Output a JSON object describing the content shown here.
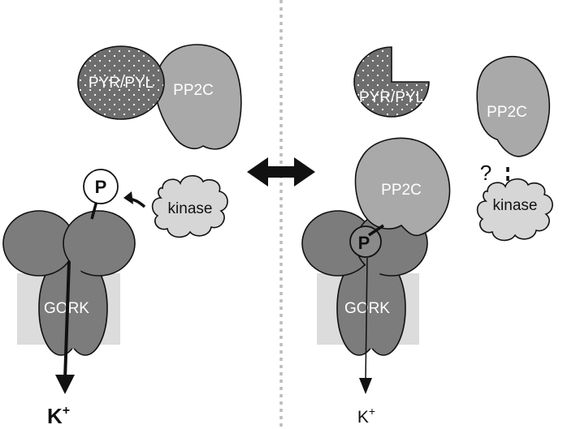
{
  "left_panel": {
    "receptor_label": "PYR/PYL",
    "phosphatase_label": "PP2C",
    "phospho_label": "P",
    "kinase_label": "kinase",
    "channel_label": "GORK",
    "ion_label": "K",
    "ion_charge": "+"
  },
  "right_panel": {
    "receptor_label": "PYR/PYL",
    "phosphatase_free_label": "PP2C",
    "phosphatase_bound_label": "PP2C",
    "phospho_label": "P",
    "kinase_label": "kinase",
    "question_label": "?",
    "channel_label": "GORK",
    "ion_label": "K",
    "ion_charge": "+"
  },
  "colors": {
    "receptor_fill": "#6e6e6e",
    "pp2c_fill": "#a9a9a9",
    "channel_fill": "#7c7c7c",
    "membrane_fill": "#dcdcdc",
    "kinase_fill": "#d6d6d6",
    "divider": "#bcbcbc"
  }
}
